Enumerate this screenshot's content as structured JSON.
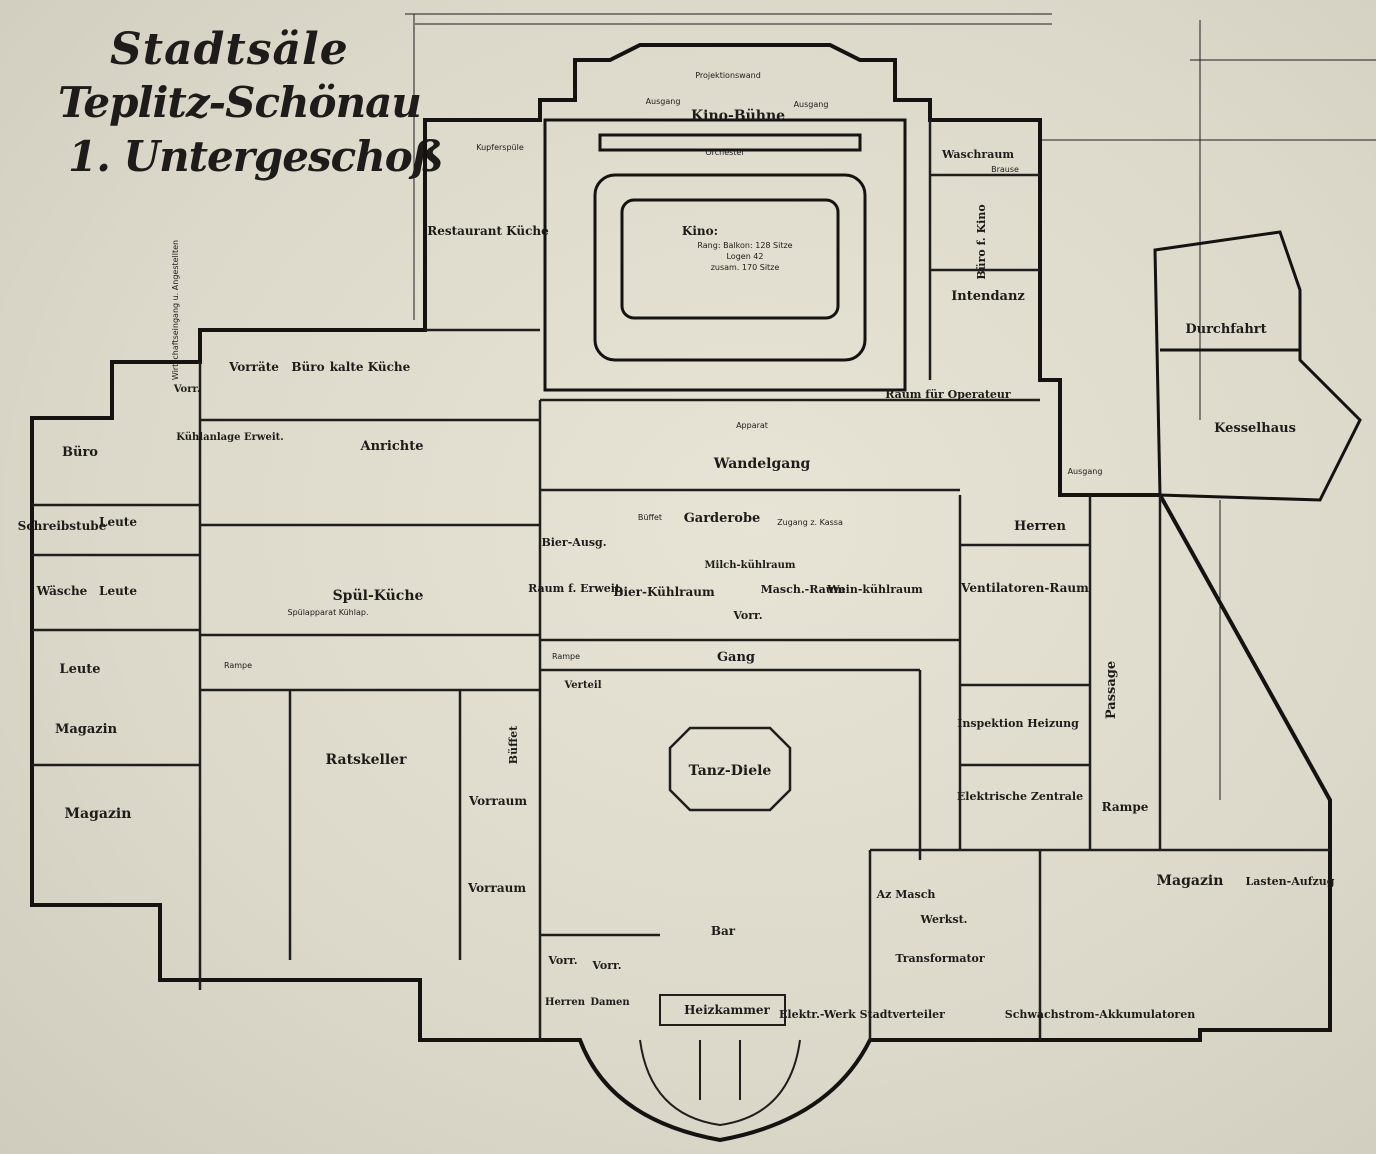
{
  "title": {
    "line1": "Stadtsäle",
    "line2": "Teplitz-Schönau",
    "line3": "1. Untergeschoß"
  },
  "rooms": {
    "kino_buehne": "Kino-Bühne",
    "projektionswand": "Projektionswand",
    "orchester": "Orchester",
    "kino": "Kino:",
    "kino_rang": "Rang: Balkon: 128 Sitze",
    "kino_logen": "Logen 42",
    "kino_zusam": "zusam. 170 Sitze",
    "ausgang_left": "Ausgang",
    "ausgang_right": "Ausgang",
    "kupferspuele": "Kupferspüle",
    "restaurant_kueche": "Restaurant Küche",
    "waschraum": "Waschraum",
    "brause": "Brause",
    "buero_f_kino": "Büro f. Kino",
    "intendanz": "Intendanz",
    "durchfahrt": "Durchfahrt",
    "kesselhaus": "Kesselhaus",
    "wirtschaftseingang": "Wirtschaftseingang u. Angestellten",
    "vorraete": "Vorräte",
    "buero_top": "Büro",
    "kalte_kueche": "kalte Küche",
    "vorr_top": "Vorr.",
    "buero_left": "Büro",
    "kuehlanlage": "Kühlanlage Erweit.",
    "anrichte": "Anrichte",
    "raum_fuer_operateur": "Raum für Operateur",
    "wandelgang": "Wandelgang",
    "apparat": "Apparat",
    "schreibstube": "Schreibstube",
    "leute_1": "Leute",
    "waesche": "Wäsche",
    "leute_2": "Leute",
    "spuel_kueche": "Spül-Küche",
    "bier_ausg": "Bier-Ausg.",
    "bueffet_top": "Büffet",
    "garderobe": "Garderobe",
    "zugang": "Zugang z. Kassa",
    "herren_right": "Herren",
    "ausgang_far_right": "Ausgang",
    "raum_f_erweit": "Raum f. Erweit.",
    "bier_kuehlraum": "Bier-Kühlraum",
    "milch_kuehlraum": "Milch-kühlraum",
    "vorr_mid": "Vorr.",
    "masch_raum": "Masch.-Raum",
    "wein_kuehlraum": "Wein-kühlraum",
    "ventilatoren_raum": "Ventilatoren-Raum",
    "leute_3": "Leute",
    "magazin_1": "Magazin",
    "rampe_1": "Rampe",
    "rampe_2": "Rampe",
    "gang": "Gang",
    "verteil": "Verteil",
    "passage": "Passage",
    "inspektion_heizung": "Inspektion Heizung",
    "magazin_2": "Magazin",
    "ratskeller": "Ratskeller",
    "bueffet_mid": "Büffet",
    "vorraum_1": "Vorraum",
    "tanz_diele": "Tanz-Diele",
    "elektrische_zentrale": "Elektrische Zentrale",
    "rampe_3": "Rampe",
    "vorraum_2": "Vorraum",
    "az_masch": "Az Masch",
    "werkst": "Werkst.",
    "magazin_3": "Magazin",
    "lastenaufzug": "Lasten-Aufzug",
    "bar": "Bar",
    "transformator": "Transformator",
    "vorr_bottom_1": "Vorr.",
    "vorr_bottom_2": "Vorr.",
    "herren_bottom": "Herren",
    "damen": "Damen",
    "heizkammer": "Heizkammer",
    "elektr_werk": "Elektr.-Werk Stadtverteiler",
    "schwachstrom": "Schwachstrom-Akkumulatoren",
    "spuelapparat": "Spülapparat Kühlap."
  }
}
